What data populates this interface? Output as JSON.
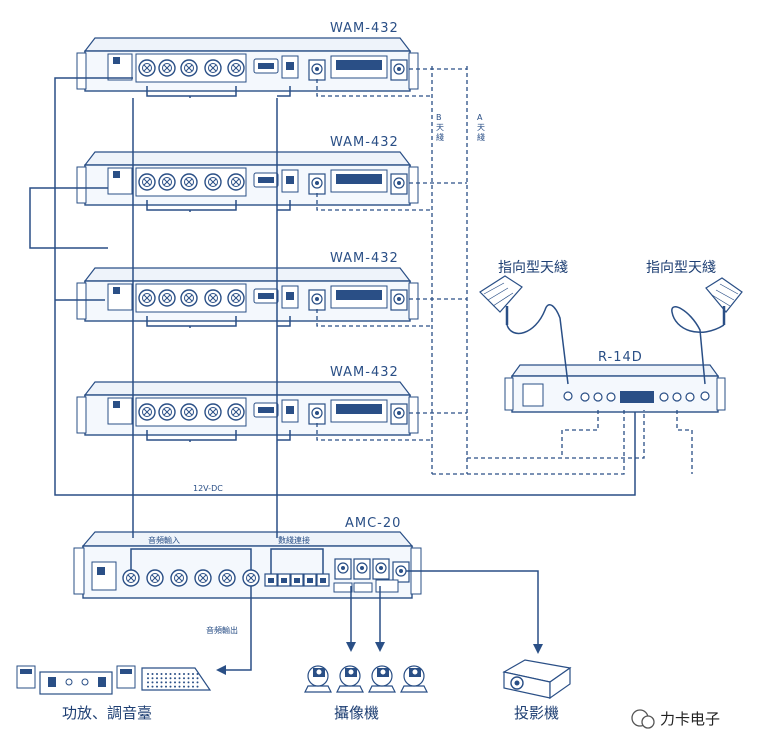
{
  "devices": {
    "wam_1": "WAM-432",
    "wam_2": "WAM-432",
    "wam_3": "WAM-432",
    "wam_4": "WAM-432",
    "r14d": "R-14D",
    "amc20": "AMC-20"
  },
  "antennas": {
    "left": "指向型天綫",
    "right": "指向型天綫",
    "b_label": "B天綫",
    "a_label": "A天綫"
  },
  "wires": {
    "power": "12V-DC",
    "audio_in": "音頻輸入",
    "data_link": "數綫連接",
    "audio_out": "音頻輸出"
  },
  "outputs": {
    "amplifier": "功放、調音臺",
    "camera": "攝像機",
    "projector": "投影機"
  },
  "watermark": "力卡电子",
  "colors": {
    "line": "#2a4f86",
    "panel": "#f4f8fd",
    "accent": "#2f5ea0"
  }
}
